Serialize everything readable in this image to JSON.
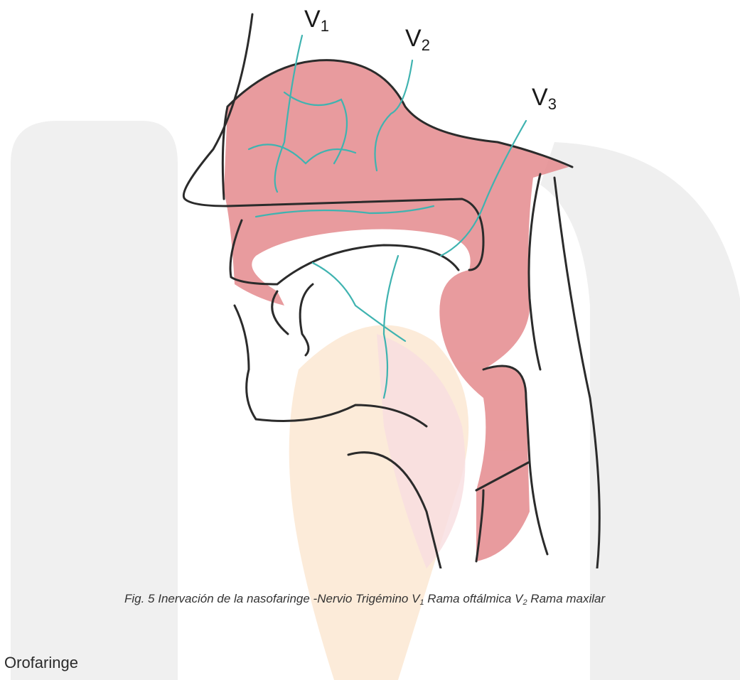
{
  "figure": {
    "labels": {
      "v1": {
        "letter": "V",
        "sub": "1"
      },
      "v2": {
        "letter": "V",
        "sub": "2"
      },
      "v3": {
        "letter": "V",
        "sub": "3"
      }
    }
  },
  "caption": {
    "prefix": "Fig. 5 Inervación de la nasofaringe -Nervio Trigémino V",
    "sub1": "1",
    "mid": " Rama oftálmica V",
    "sub2": "2",
    "suffix": " Rama maxilar"
  },
  "section_heading": "Orofaringe",
  "colors": {
    "watermark_gray": "#eeeeee",
    "watermark_orange": "#fbe4c8",
    "watermark_pink": "#f9dde0",
    "tissue_red": "#e58a8e",
    "nerve_teal": "#3fb3b0",
    "outline": "#2b2b2b"
  }
}
